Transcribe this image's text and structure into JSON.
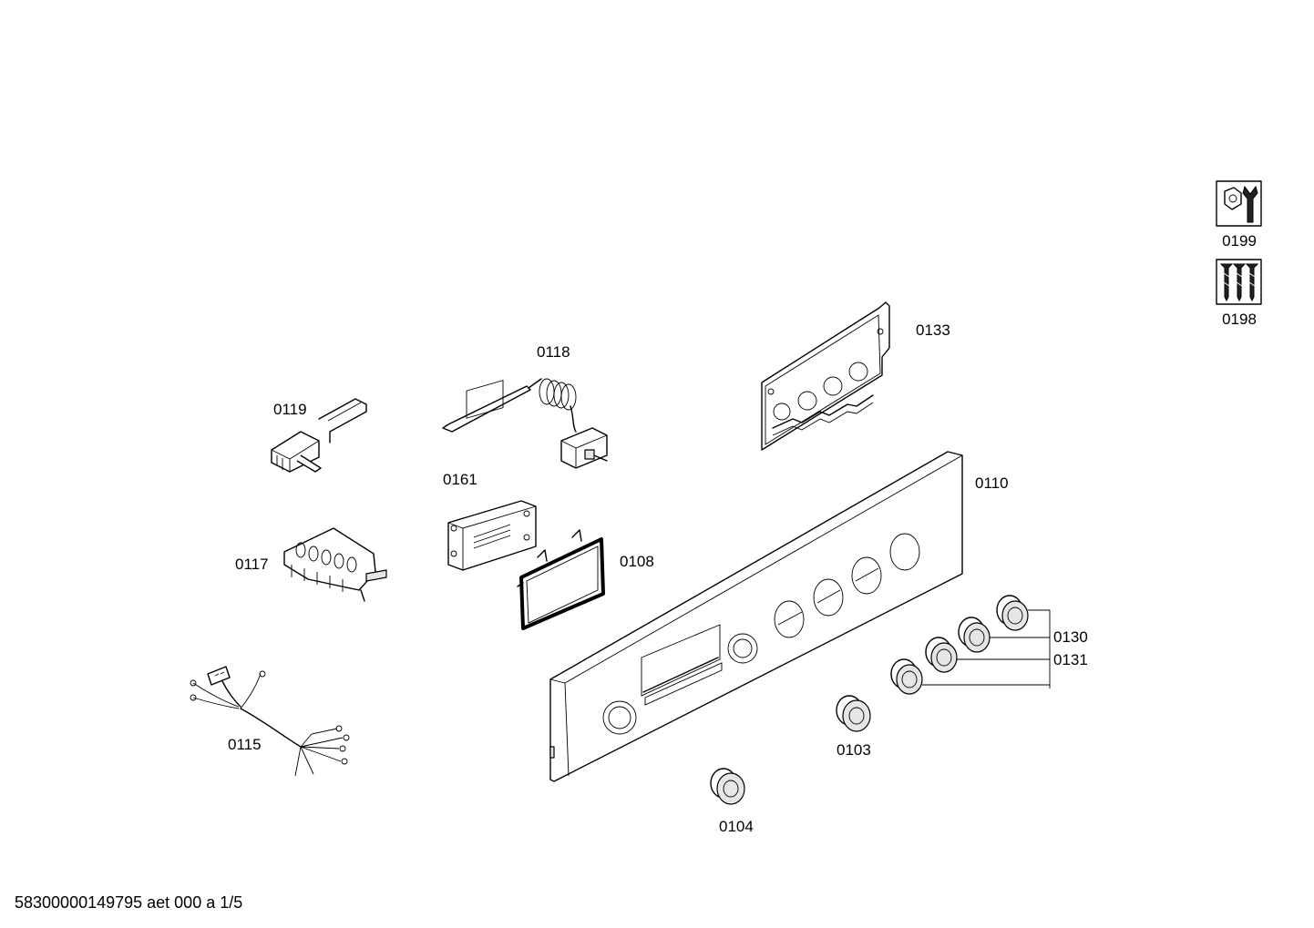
{
  "parts": [
    {
      "id": "0199",
      "icon": "service-tool-icon"
    },
    {
      "id": "0198",
      "icon": "screws-icon"
    },
    {
      "id": "0133"
    },
    {
      "id": "0118"
    },
    {
      "id": "0119"
    },
    {
      "id": "0161"
    },
    {
      "id": "0110"
    },
    {
      "id": "0117"
    },
    {
      "id": "0108"
    },
    {
      "id": "0130"
    },
    {
      "id": "0131"
    },
    {
      "id": "0115"
    },
    {
      "id": "0103"
    },
    {
      "id": "0104"
    }
  ],
  "footer": {
    "text": "58300000149795 aet 000 a 1/5"
  }
}
